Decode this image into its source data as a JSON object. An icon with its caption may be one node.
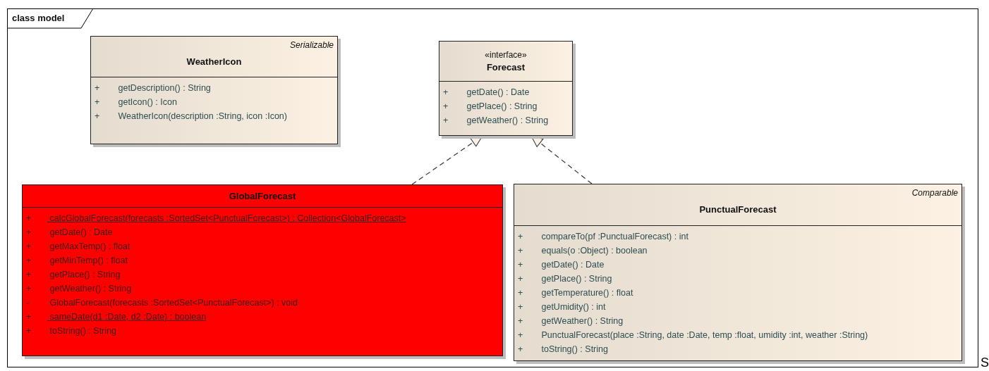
{
  "diagram": {
    "nodes": [
      {
        "text": [
          "class model"
        ]
      },
      {
        "text": [
          "Serializable",
          "WeatherIcon",
          "+ getDescription() : String",
          "+ getIcon() : Icon",
          "+ WeatherIcon(description :String, icon :Icon)"
        ],
        "in": 0
      },
      {
        "text": [
          "«interface»",
          "Forecast",
          "+ getDate() : Date",
          "+ getPlace() : String",
          "+ getWeather() : String"
        ],
        "in": 0
      },
      {
        "text": [
          "GlobalForecast",
          "+ calcGlobalForecast(forecasts :SortedSet<PunctualForecast>) : Collection<GlobalForecast>",
          "+ getDate() : Date",
          "+ getMaxTemp() : float",
          "+ getMinTemp() : float",
          "+ getPlace() : String",
          "+ getWeather() : String",
          "- GlobalForecast(forecasts :SortedSet<PunctualForecast>) : void",
          "+ sameDate(d1 :Date, d2 :Date) : boolean",
          "+ toString() : String"
        ],
        "in": 0
      },
      {
        "text": [
          "Comparable",
          "PunctualForecast",
          "+ compareTo(pf :PunctualForecast) : int",
          "+ equals(o :Object) : boolean",
          "+ getDate() : Date",
          "+ getPlace() : String",
          "+ getTemperature() : float",
          "+ getUmidity() : int",
          "+ getWeather() : String",
          "+ PunctualForecast(place :String, date :Date, temp :float, umidity :int, weather :String)",
          "+ toString() : String"
        ],
        "in": 0
      }
    ],
    "edges": [
      {
        "from": 3,
        "to": 2,
        "arrow": "to",
        "style": "dashed"
      },
      {
        "from": 4,
        "to": 2,
        "arrow": "to",
        "style": "dashed"
      }
    ],
    "labels": [
      "S"
    ]
  }
}
